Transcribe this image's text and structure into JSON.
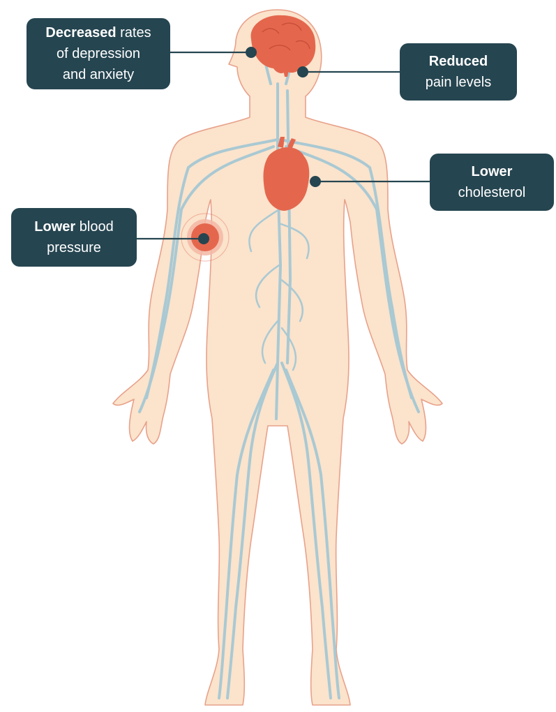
{
  "callouts": {
    "brain": {
      "bold": "Decreased",
      "line1_rest": " rates",
      "line2": "of depression",
      "line3": "and anxiety"
    },
    "pain": {
      "bold": "Reduced",
      "line2": "pain levels"
    },
    "heart": {
      "bold": "Lower",
      "line2": "cholesterol"
    },
    "blood": {
      "bold": "Lower",
      "line1_rest": " blood",
      "line2": "pressure"
    }
  },
  "colors": {
    "skin": "#fbe3cc",
    "outline": "#e8a18a",
    "vessels": "#a9c9d3",
    "organ": "#e4674d",
    "callout_bg": "#254550"
  }
}
